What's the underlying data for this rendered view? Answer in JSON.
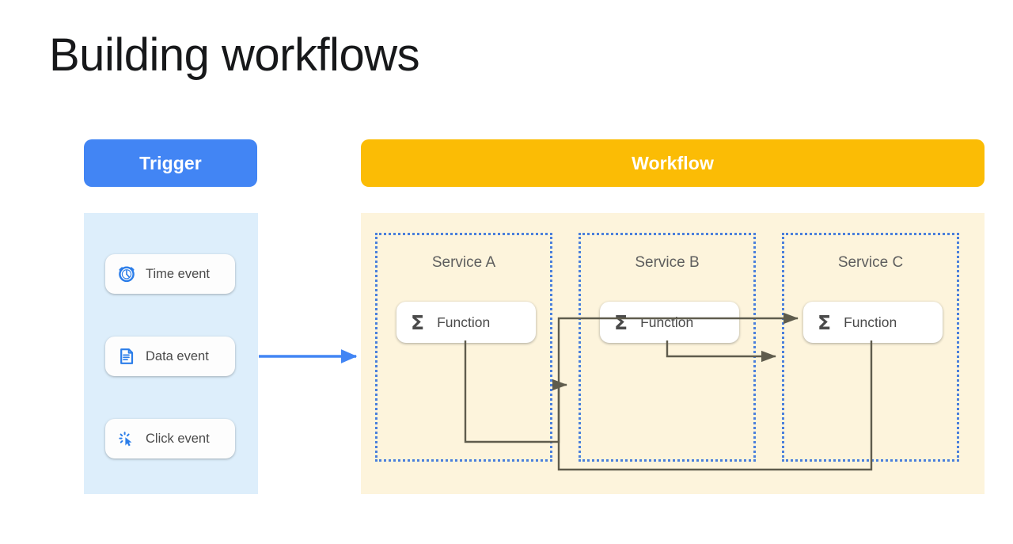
{
  "slide": {
    "title": "Building workflows",
    "background": "#ffffff"
  },
  "colors": {
    "trigger_header_bg": "#4285f4",
    "trigger_panel_bg": "#ddeefb",
    "workflow_header_bg": "#fbbc05",
    "workflow_panel_bg": "#fdf4dc",
    "service_border": "#4a7fdc",
    "connector_line": "#5f5c4d",
    "trigger_arrow": "#4285f4",
    "card_bg": "#ffffff",
    "label_text": "#4a4a4a",
    "title_text": "#17181a"
  },
  "trigger": {
    "header_label": "Trigger",
    "events": [
      {
        "label": "Time event",
        "icon": "clock-icon"
      },
      {
        "label": "Data event",
        "icon": "document-icon"
      },
      {
        "label": "Click event",
        "icon": "click-cursor-icon"
      }
    ]
  },
  "workflow": {
    "header_label": "Workflow",
    "services": [
      {
        "label": "Service A",
        "function": {
          "label": "Function",
          "icon": "sigma-icon",
          "glyph": "Σ"
        }
      },
      {
        "label": "Service B",
        "function": {
          "label": "Function",
          "icon": "sigma-icon",
          "glyph": "Σ"
        }
      },
      {
        "label": "Service C",
        "function": {
          "label": "Function",
          "icon": "sigma-icon",
          "glyph": "Σ"
        }
      }
    ]
  },
  "connectors": [
    {
      "name": "trigger-to-workflow",
      "from": "Trigger panel",
      "to": "Workflow panel",
      "color": "#4285f4",
      "arrow": true
    },
    {
      "name": "service-a-to-service-b",
      "from": "Service A Function",
      "to": "Service B",
      "color": "#5f5c4d",
      "arrow": true
    },
    {
      "name": "service-b-to-service-c",
      "from": "Service B Function",
      "to": "Service C",
      "color": "#5f5c4d",
      "arrow": true
    },
    {
      "name": "loop-into-service-c-function",
      "from": "Service C bottom loop",
      "to": "Service C Function",
      "color": "#5f5c4d",
      "arrow": true
    }
  ]
}
